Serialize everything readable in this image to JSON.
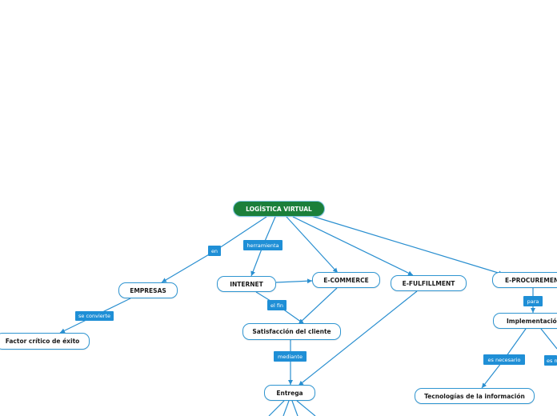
{
  "colors": {
    "root_fill": "#1b7f3a",
    "node_border": "#2f95d1",
    "edge": "#2a8fd0",
    "label_fill": "#1f8fd6"
  },
  "nodes": {
    "root": "LOGÍSTICA VIRTUAL",
    "empresas": "EMPRESAS",
    "factor": "Factor crítico de éxito",
    "internet": "INTERNET",
    "ecommerce": "E-COMMERCE",
    "efulfillment": "E-FULFILLMENT",
    "eprocurement": "E-PROCUREMENT",
    "satisfaccion": "Satisfacción del cliente",
    "entrega": "Entrega",
    "implementacion": "Implementación",
    "tecnologias": "Tecnologías de la información"
  },
  "links": {
    "en": "en",
    "herramienta": "herramienta",
    "se_convierte": "se convierte",
    "el_fin": "el fin",
    "mediante": "mediante",
    "para": "para",
    "es_necesario": "es necesario",
    "es_necesario_2": "es n"
  }
}
